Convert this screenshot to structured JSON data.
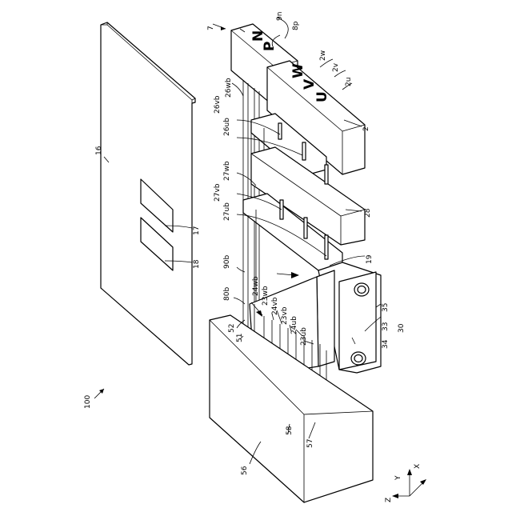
{
  "figure": {
    "labels": {
      "l100": "100",
      "l16": "16",
      "l17": "17",
      "l18": "18",
      "l7": "7",
      "l9n": "9n",
      "l8p": "8p",
      "l2w": "2w",
      "l2v": "2v",
      "l2u": "2u",
      "l2": "2",
      "l26wb": "26wb",
      "l26vb": "26vb",
      "l26ub": "26ub",
      "l27wb": "27wb",
      "l27vb": "27vb",
      "l27ub": "27ub",
      "l28": "28",
      "l19": "19",
      "l90b": "90b",
      "l80b": "80b",
      "l24wb": "24wb",
      "l23wb": "23wb",
      "l24vb": "24vb",
      "l23vb": "23vb",
      "l24ub": "24ub",
      "l23ub": "23ub",
      "l52": "52",
      "l51": "51",
      "l35": "35",
      "l33": "33",
      "l34": "34",
      "l30": "30",
      "l56": "56",
      "l58": "58",
      "l57": "57"
    },
    "terminal_letters": {
      "n": "N",
      "p": "P",
      "w": "W",
      "v": "V",
      "u": "U"
    },
    "axes": {
      "x": "X",
      "y": "Y",
      "z": "Z"
    }
  }
}
